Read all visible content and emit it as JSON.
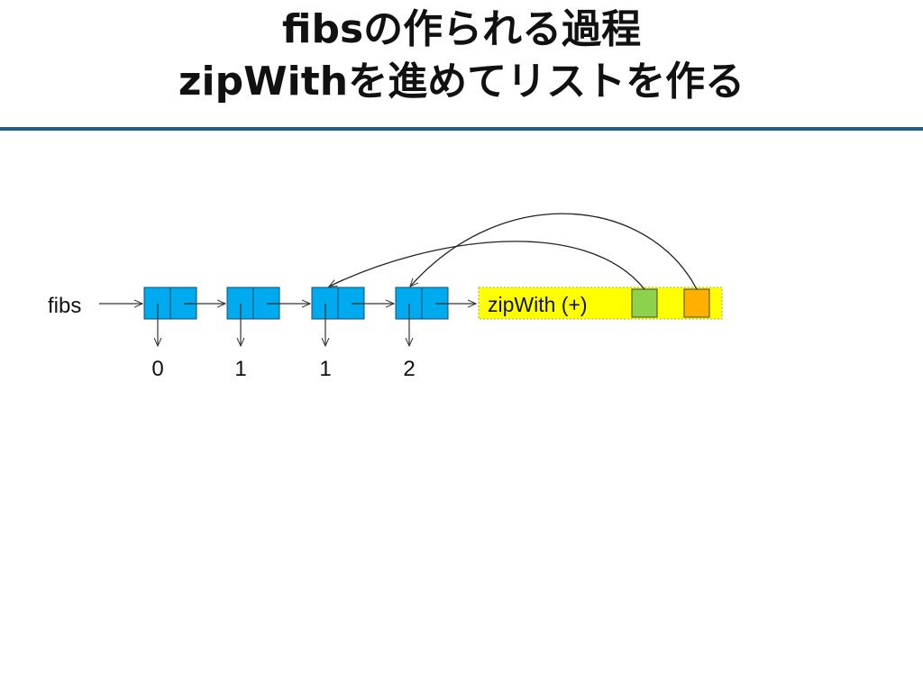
{
  "title": {
    "line1": "fibsの作られる過程",
    "line2": "zipWithを進めてリストを作る"
  },
  "diagram": {
    "list_label": "fibs",
    "values": [
      "0",
      "1",
      "1",
      "2"
    ],
    "thunk_label": "zipWith (+)",
    "colors": {
      "cell_fill": "#00aaee",
      "thunk_fill": "#ffff00",
      "thunk_border": "#8cc63f",
      "arg1_fill": "#8cd24c",
      "arg2_fill": "#ffb000",
      "title_rule": "#1f5f8b"
    }
  }
}
